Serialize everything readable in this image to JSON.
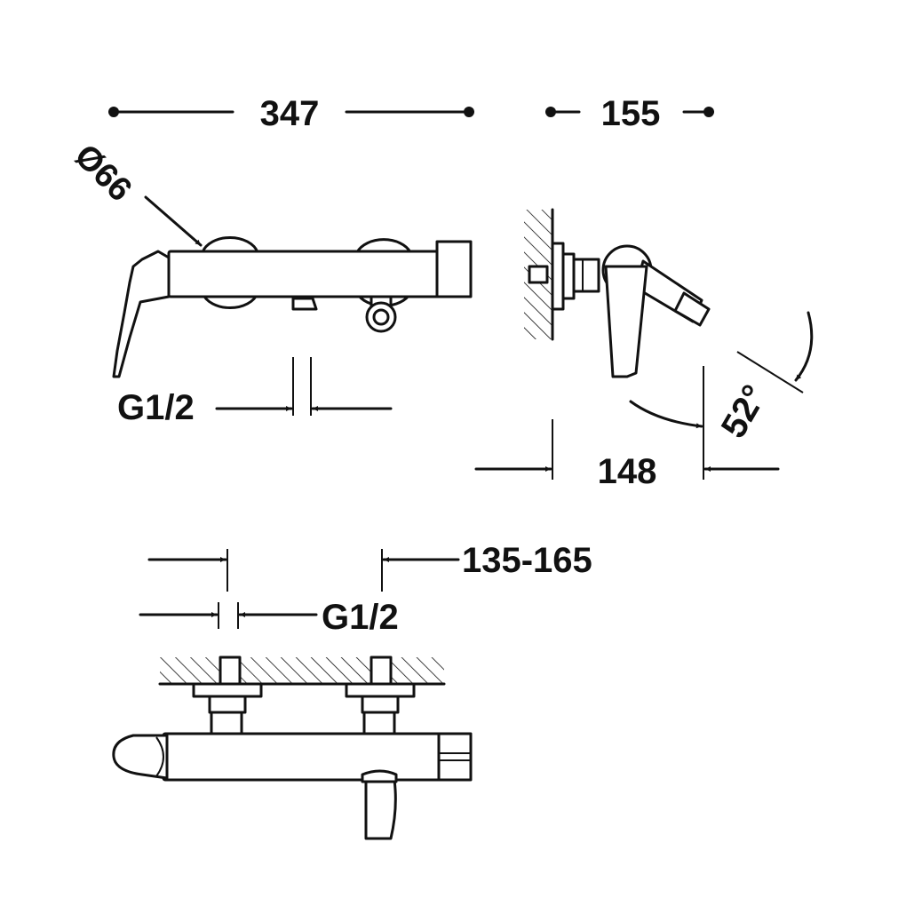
{
  "dimensions": {
    "width_total": "347",
    "wall_projection": "155",
    "handle_diameter": "Ø66",
    "inlet_thread_top": "G1/2",
    "spout_offset": "148",
    "swivel_angle": "52°",
    "inlet_center_range": "135-165",
    "inlet_thread_bottom": "G1/2"
  },
  "colors": {
    "line": "#111111",
    "background": "#ffffff"
  }
}
